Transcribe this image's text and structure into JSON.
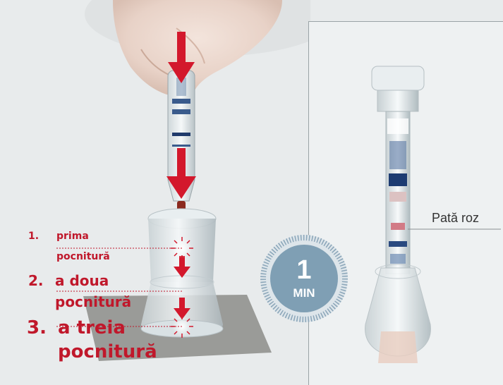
{
  "steps": [
    {
      "num": "1.",
      "text_line1": "prima",
      "text_line2": "pocnitură"
    },
    {
      "num": "2.",
      "text_line1": "a doua",
      "text_line2": "pocnitură"
    },
    {
      "num": "3.",
      "text_line1": "a treia",
      "text_line2": "pocnitură"
    }
  ],
  "timer": {
    "value": "1",
    "unit": "MIN"
  },
  "callout": {
    "label": "Pată roz"
  },
  "colors": {
    "accent_red": "#c0182b",
    "timer_blue": "#7f9fb4",
    "frame_gray": "#9aa3a6"
  },
  "icons": [
    "hand-illustration",
    "down-arrow-icon",
    "burst-icon",
    "test-tube-illustration",
    "cup-illustration",
    "timer-badge"
  ]
}
